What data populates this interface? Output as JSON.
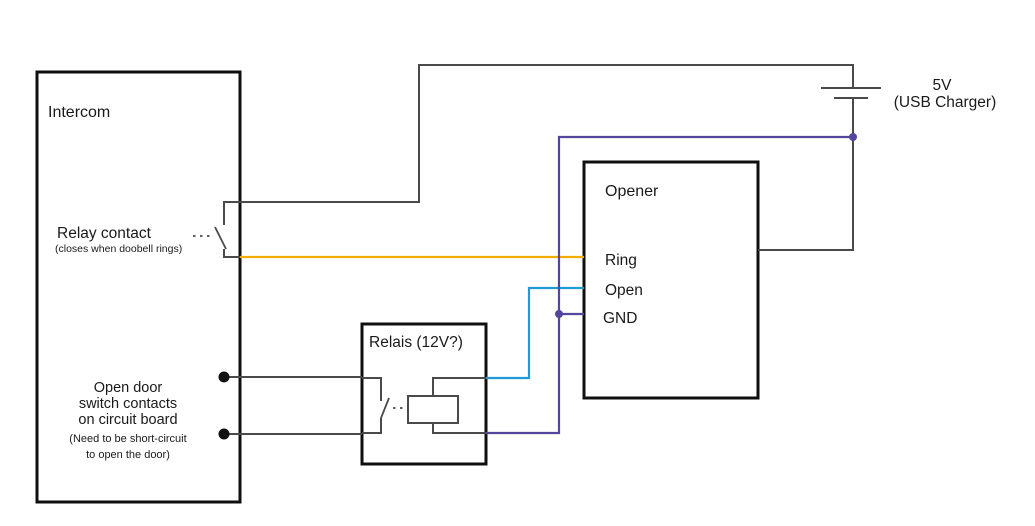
{
  "intercom": {
    "title": "Intercom",
    "relay_contact": {
      "label": "Relay contact",
      "note": "(closes when doobell rings)"
    },
    "open_door": {
      "lines": [
        "Open door",
        "switch contacts",
        "on circuit board"
      ],
      "note_lines": [
        "(Need to be short-circuit",
        "to open the door)"
      ]
    }
  },
  "relais": {
    "title": "Relais (12V?)"
  },
  "opener": {
    "title": "Opener",
    "pins": [
      "Ring",
      "Open",
      "GND"
    ]
  },
  "power_supply": {
    "voltage": "5V",
    "type": "(USB Charger)"
  },
  "colors": {
    "ring_wire": "#F2AE00",
    "open_wire": "#1F9CD8",
    "gnd_wire": "#52479B",
    "plain_wire": "#4a4a4a",
    "box_border": "#0f0f0f"
  }
}
